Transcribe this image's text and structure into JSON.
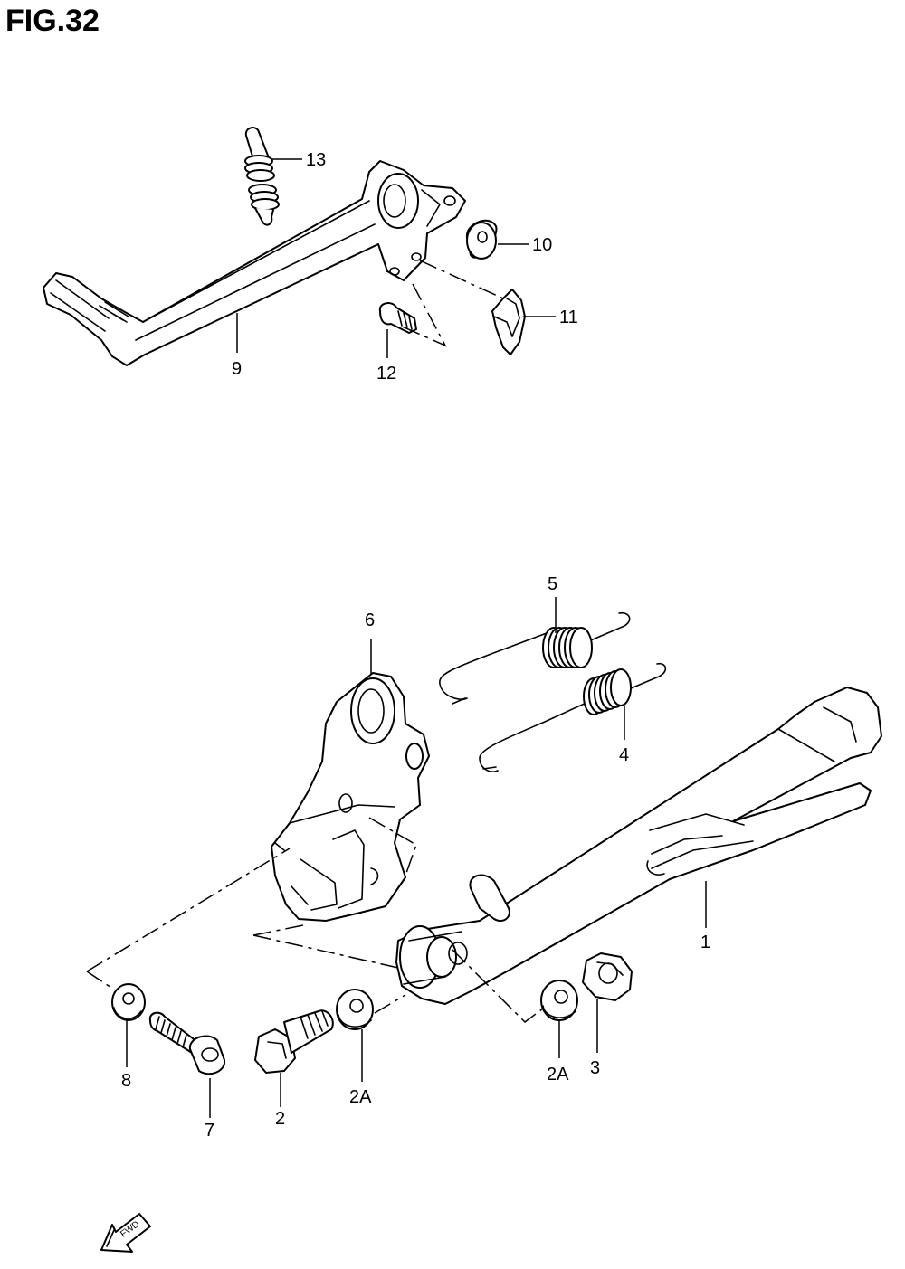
{
  "figure": {
    "title": "FIG.32"
  },
  "callouts": {
    "c1": "1",
    "c2": "2",
    "c2a_left": "2A",
    "c2a_right": "2A",
    "c3": "3",
    "c4": "4",
    "c5": "5",
    "c6": "6",
    "c7": "7",
    "c8": "8",
    "c9": "9",
    "c10": "10",
    "c11": "11",
    "c12": "12",
    "c13": "13"
  },
  "direction_badge": {
    "label": "FWD",
    "icon": "forward-arrow-icon"
  }
}
